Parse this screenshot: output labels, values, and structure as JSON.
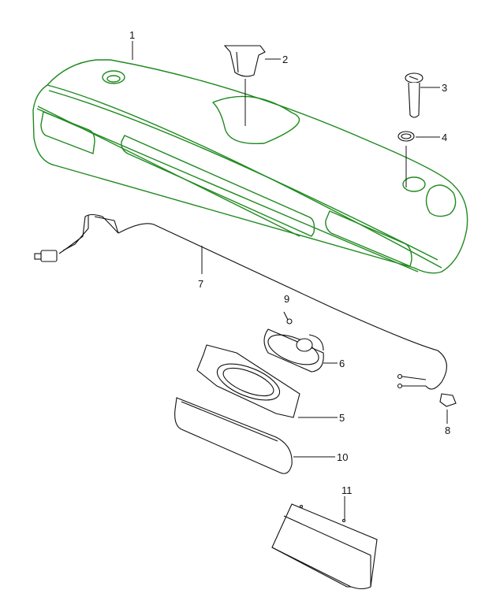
{
  "diagram": {
    "callouts": [
      {
        "id": "1",
        "label": "1",
        "part": "console-housing"
      },
      {
        "id": "2",
        "label": "2",
        "part": "cup-insert"
      },
      {
        "id": "3",
        "label": "3",
        "part": "pin"
      },
      {
        "id": "4",
        "label": "4",
        "part": "washer"
      },
      {
        "id": "5",
        "label": "5",
        "part": "speaker-bracket"
      },
      {
        "id": "6",
        "label": "6",
        "part": "speaker"
      },
      {
        "id": "7",
        "label": "7",
        "part": "wiring-harness"
      },
      {
        "id": "8",
        "label": "8",
        "part": "clip"
      },
      {
        "id": "9",
        "label": "9",
        "part": "screw"
      },
      {
        "id": "10",
        "label": "10",
        "part": "speaker-grille"
      },
      {
        "id": "11",
        "label": "11",
        "part": "storage-tray"
      }
    ],
    "colors": {
      "housing": "#1f8a1f",
      "lines": "#111111"
    }
  }
}
